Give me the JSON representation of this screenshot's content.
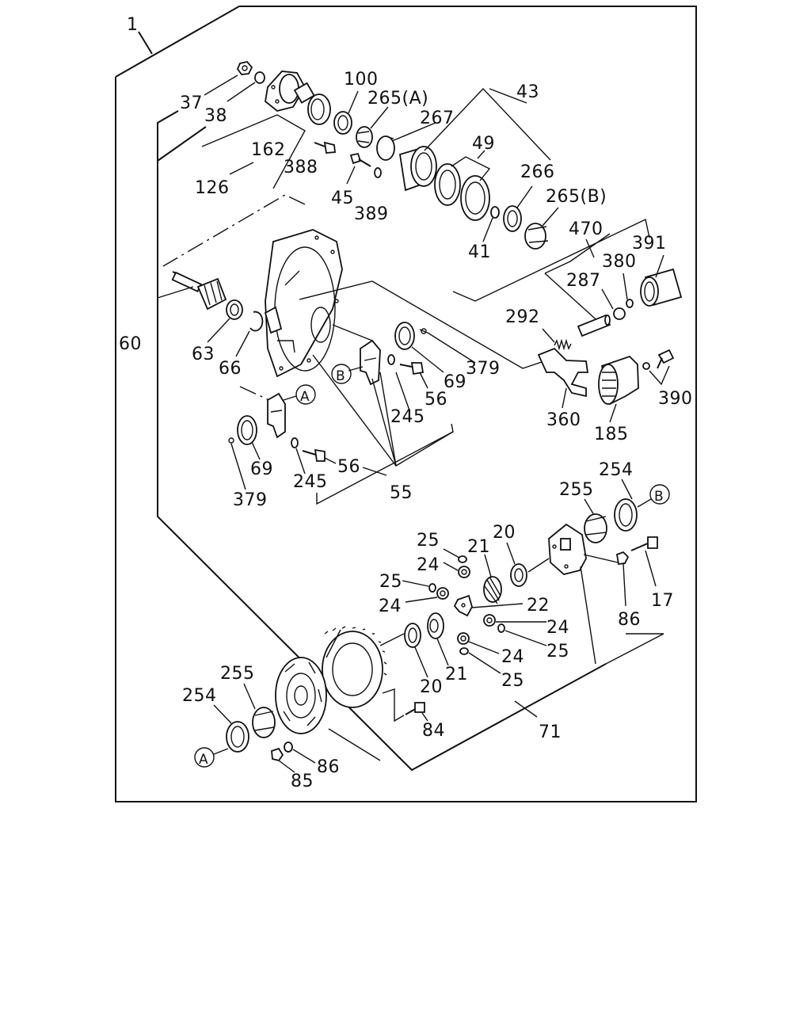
{
  "diagram": {
    "labels": {
      "l1": "1",
      "l37": "37",
      "l38": "38",
      "l100": "100",
      "l265a": "265(A)",
      "l43": "43",
      "l267": "267",
      "l49": "49",
      "l162": "162",
      "l388": "388",
      "l126": "126",
      "l45": "45",
      "l389": "389",
      "l266": "266",
      "l265b": "265(B)",
      "l41": "41",
      "l470": "470",
      "l391": "391",
      "l380": "380",
      "l287": "287",
      "l60": "60",
      "l63": "63",
      "l66": "66",
      "l292": "292",
      "l69a": "69",
      "l379a": "379",
      "l56a": "56",
      "l245a": "245",
      "l390": "390",
      "l360": "360",
      "l185": "185",
      "l69b": "69",
      "l56b": "56",
      "l245b": "245",
      "l379b": "379",
      "l55": "55",
      "l254a": "254",
      "l255a": "255",
      "l25a": "25",
      "l21a": "21",
      "l20a": "20",
      "l24a": "24",
      "l25b": "25",
      "l24b": "24",
      "l22": "22",
      "l24c": "24",
      "l17": "17",
      "l86a": "86",
      "l25c": "25",
      "l24d": "24",
      "l20b": "20",
      "l21b": "21",
      "l25d": "25",
      "l255b": "255",
      "l254b": "254",
      "l84": "84",
      "l71": "71",
      "l86b": "86",
      "l85": "85"
    },
    "callouts": {
      "a_top": "A",
      "b_top": "B",
      "a_bottom": "A",
      "b_bottom": "B"
    }
  }
}
